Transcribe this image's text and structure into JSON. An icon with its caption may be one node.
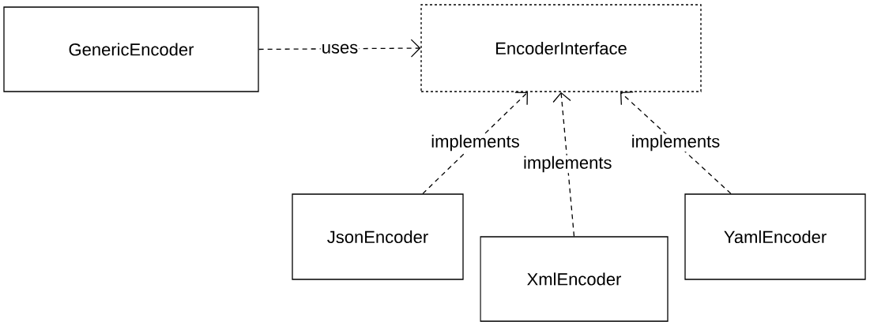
{
  "diagram": {
    "nodes": [
      {
        "text": [
          "GenericEncoder"
        ]
      },
      {
        "text": [
          "EncoderInterface"
        ]
      },
      {
        "text": [
          "JsonEncoder"
        ]
      },
      {
        "text": [
          "XmlEncoder"
        ]
      },
      {
        "text": [
          "YamlEncoder"
        ]
      }
    ],
    "edges": [
      {
        "from": 0,
        "to": 1,
        "arrow": "to",
        "label": "uses",
        "style": "dashed"
      },
      {
        "from": 2,
        "to": 1,
        "arrow": "to",
        "label": "implements",
        "style": "dashed"
      },
      {
        "from": 3,
        "to": 1,
        "arrow": "to",
        "label": "implements",
        "style": "dashed"
      },
      {
        "from": 4,
        "to": 1,
        "arrow": "to",
        "label": "implements",
        "style": "dashed"
      }
    ]
  }
}
